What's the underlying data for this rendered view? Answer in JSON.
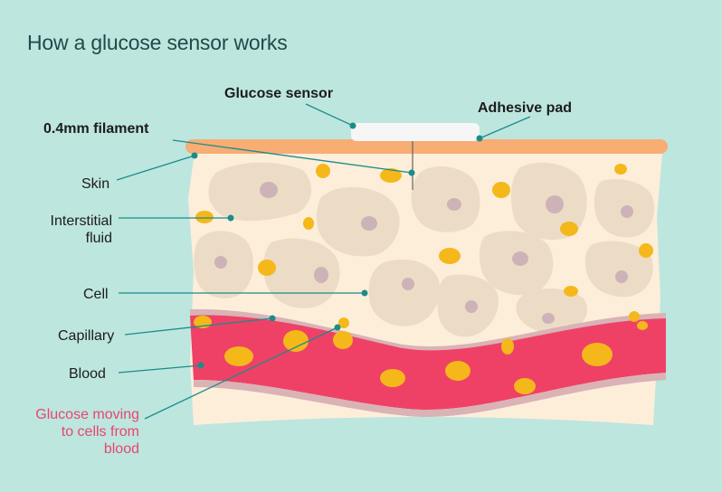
{
  "title": "How a glucose sensor works",
  "labels": {
    "glucose_sensor": "Glucose sensor",
    "adhesive_pad": "Adhesive pad",
    "filament": "0.4mm filament",
    "skin": "Skin",
    "interstitial_fluid_line1": "Interstitial",
    "interstitial_fluid_line2": "fluid",
    "cell": "Cell",
    "capillary": "Capillary",
    "blood": "Blood",
    "glucose_moving_line1": "Glucose moving",
    "glucose_moving_line2": "to cells from",
    "glucose_moving_line3": "blood"
  },
  "colors": {
    "background": "#bde6df",
    "skin_band": "#f7ad74",
    "tissue": "#fdeeda",
    "cell": "#ecdcc6",
    "nucleus": "#cdb3b8",
    "glucose": "#f4b81b",
    "blood": "#ef4166",
    "capillary_wall": "#d9b3b6",
    "pointer": "#1a8c8a",
    "highlight_text": "#e8466e"
  }
}
